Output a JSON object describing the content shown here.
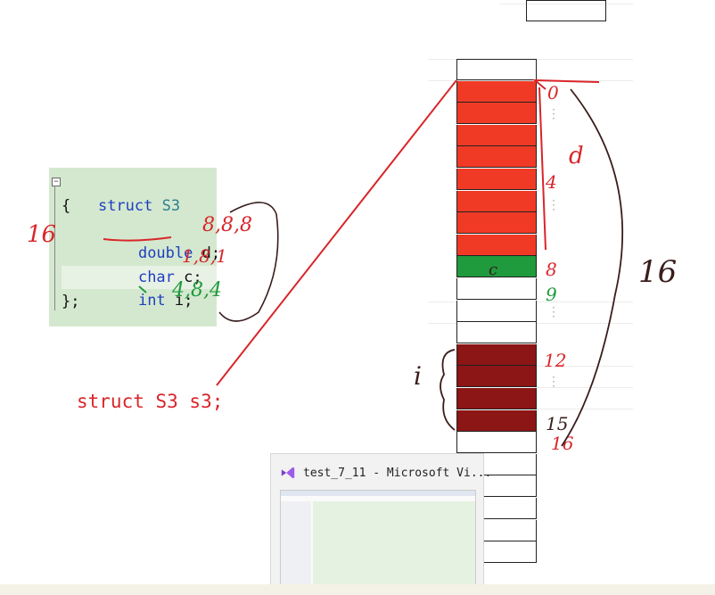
{
  "code": {
    "lines": [
      "struct S3",
      "{",
      "double d;",
      "char c;",
      "int i;",
      "};"
    ],
    "keyword_struct": "struct",
    "name": "S3",
    "open_brace": "{",
    "close_brace": "};",
    "member_d_type": "double",
    "member_d_name": " d;",
    "member_c_type": "char",
    "member_c_name": " c;",
    "member_i_type": "int",
    "member_i_name": " i;"
  },
  "annotations": {
    "size_16_left": "16",
    "d_align": "8,8,8",
    "c_align": "1,8,1",
    "i_align": "4,8,4",
    "total_16_right": "16",
    "i_label": "i",
    "d_label": "d",
    "c_label": "c",
    "offsets": [
      "0",
      "4",
      "8",
      "9",
      "12",
      "15",
      "16"
    ]
  },
  "declaration": "struct S3 s3;",
  "memory": {
    "cell_colors": {
      "d": "#f03a26",
      "c": "#1f9a3c",
      "i": "#8c1515",
      "empty": "#ffffff"
    }
  },
  "taskbar": {
    "thumbnail_title": "test_7_11 - Microsoft Vi..."
  }
}
